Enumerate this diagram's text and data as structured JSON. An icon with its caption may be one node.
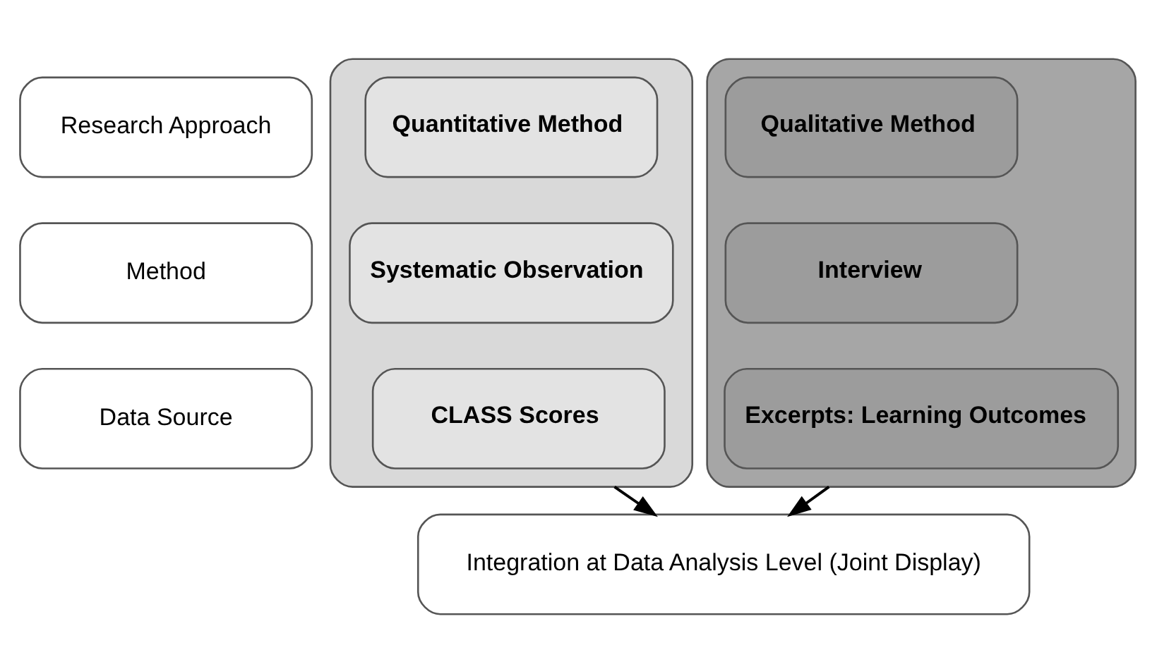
{
  "diagram": {
    "nodes": [
      {
        "text": [
          "Research Approach"
        ]
      },
      {
        "text": [
          "Method"
        ]
      },
      {
        "text": [
          "Data Source"
        ]
      },
      {
        "text": [],
        "shape": "box"
      },
      {
        "text": [
          "Quantitative Method"
        ],
        "in": 3
      },
      {
        "text": [
          "Systematic Observation"
        ],
        "in": 3
      },
      {
        "text": [
          "CLASS Scores"
        ],
        "in": 3
      },
      {
        "text": [],
        "shape": "box"
      },
      {
        "text": [
          "Qualitative Method"
        ],
        "in": 7
      },
      {
        "text": [
          "Interview"
        ],
        "in": 7
      },
      {
        "text": [
          "Excerpts: Learning Outcomes"
        ],
        "in": 7
      },
      {
        "text": [
          "Integration at Data Analysis Level (Joint Display)"
        ]
      }
    ],
    "edges": [
      {
        "from": 3,
        "to": 11,
        "arrow": "to"
      },
      {
        "from": 7,
        "to": 11,
        "arrow": "to"
      }
    ]
  }
}
